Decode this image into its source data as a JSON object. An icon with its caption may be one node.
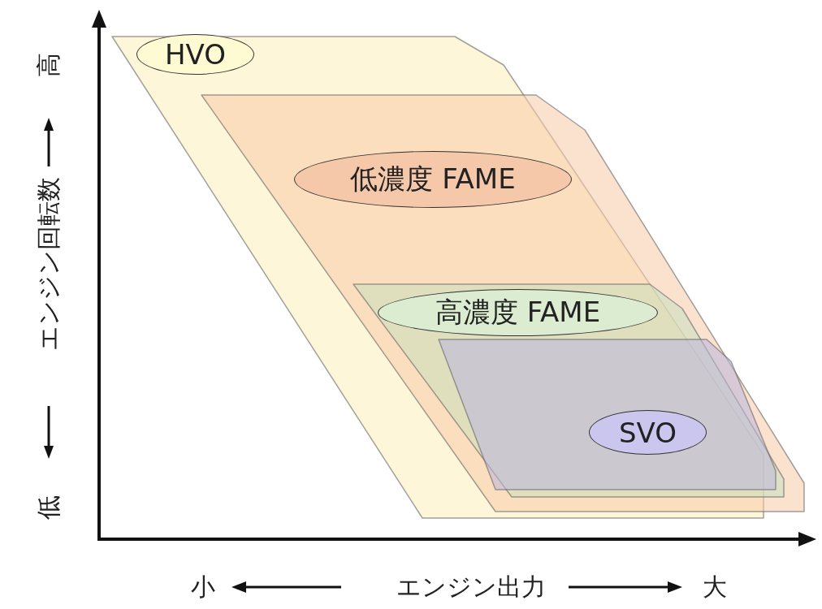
{
  "diagram": {
    "nodes": [
      {
        "text": [
          "HVO"
        ]
      },
      {
        "text": [
          "低濃度 FAME"
        ]
      },
      {
        "text": [
          "高濃度 FAME"
        ],
        "in": 1
      },
      {
        "text": [
          "SVO"
        ],
        "in": 2
      }
    ],
    "labels": [
      "高",
      "エンジン回転数",
      "低",
      "小",
      "エンジン出力",
      "大"
    ]
  }
}
